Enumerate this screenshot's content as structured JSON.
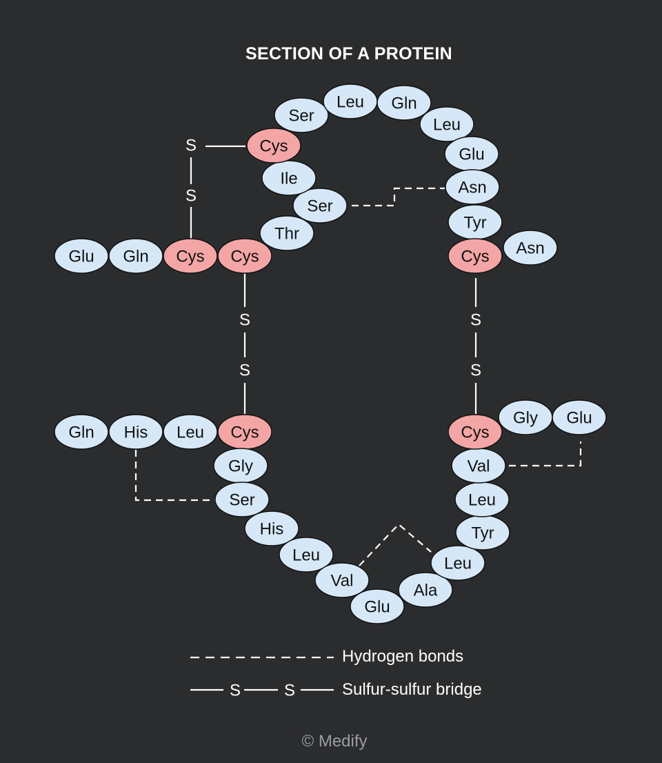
{
  "title": "SECTION OF A PROTEIN",
  "colors": {
    "background": "#2b2c2e",
    "amino_acid_fill": "#d6e8f8",
    "cysteine_fill": "#f4a5a5",
    "outline": "#111111",
    "line": "#ffffff"
  },
  "sulfur_symbol": "S",
  "amino_acids": [
    "Glu",
    "Gln",
    "Cys",
    "Cys",
    "Thr",
    "Ser",
    "Ile",
    "Cys",
    "Ser",
    "Leu",
    "Gln",
    "Leu",
    "Glu",
    "Asn",
    "Tyr",
    "Cys",
    "Asn",
    "Gln",
    "His",
    "Leu",
    "Cys",
    "Gly",
    "Ser",
    "His",
    "Leu",
    "Val",
    "Glu",
    "Ala",
    "Leu",
    "Tyr",
    "Leu",
    "Val",
    "Cys",
    "Gly",
    "Glu"
  ],
  "legend": {
    "hydrogen_bonds": "Hydrogen bonds",
    "sulfur_bridge": "Sulfur-sulfur bridge"
  },
  "copyright": "© Medify"
}
